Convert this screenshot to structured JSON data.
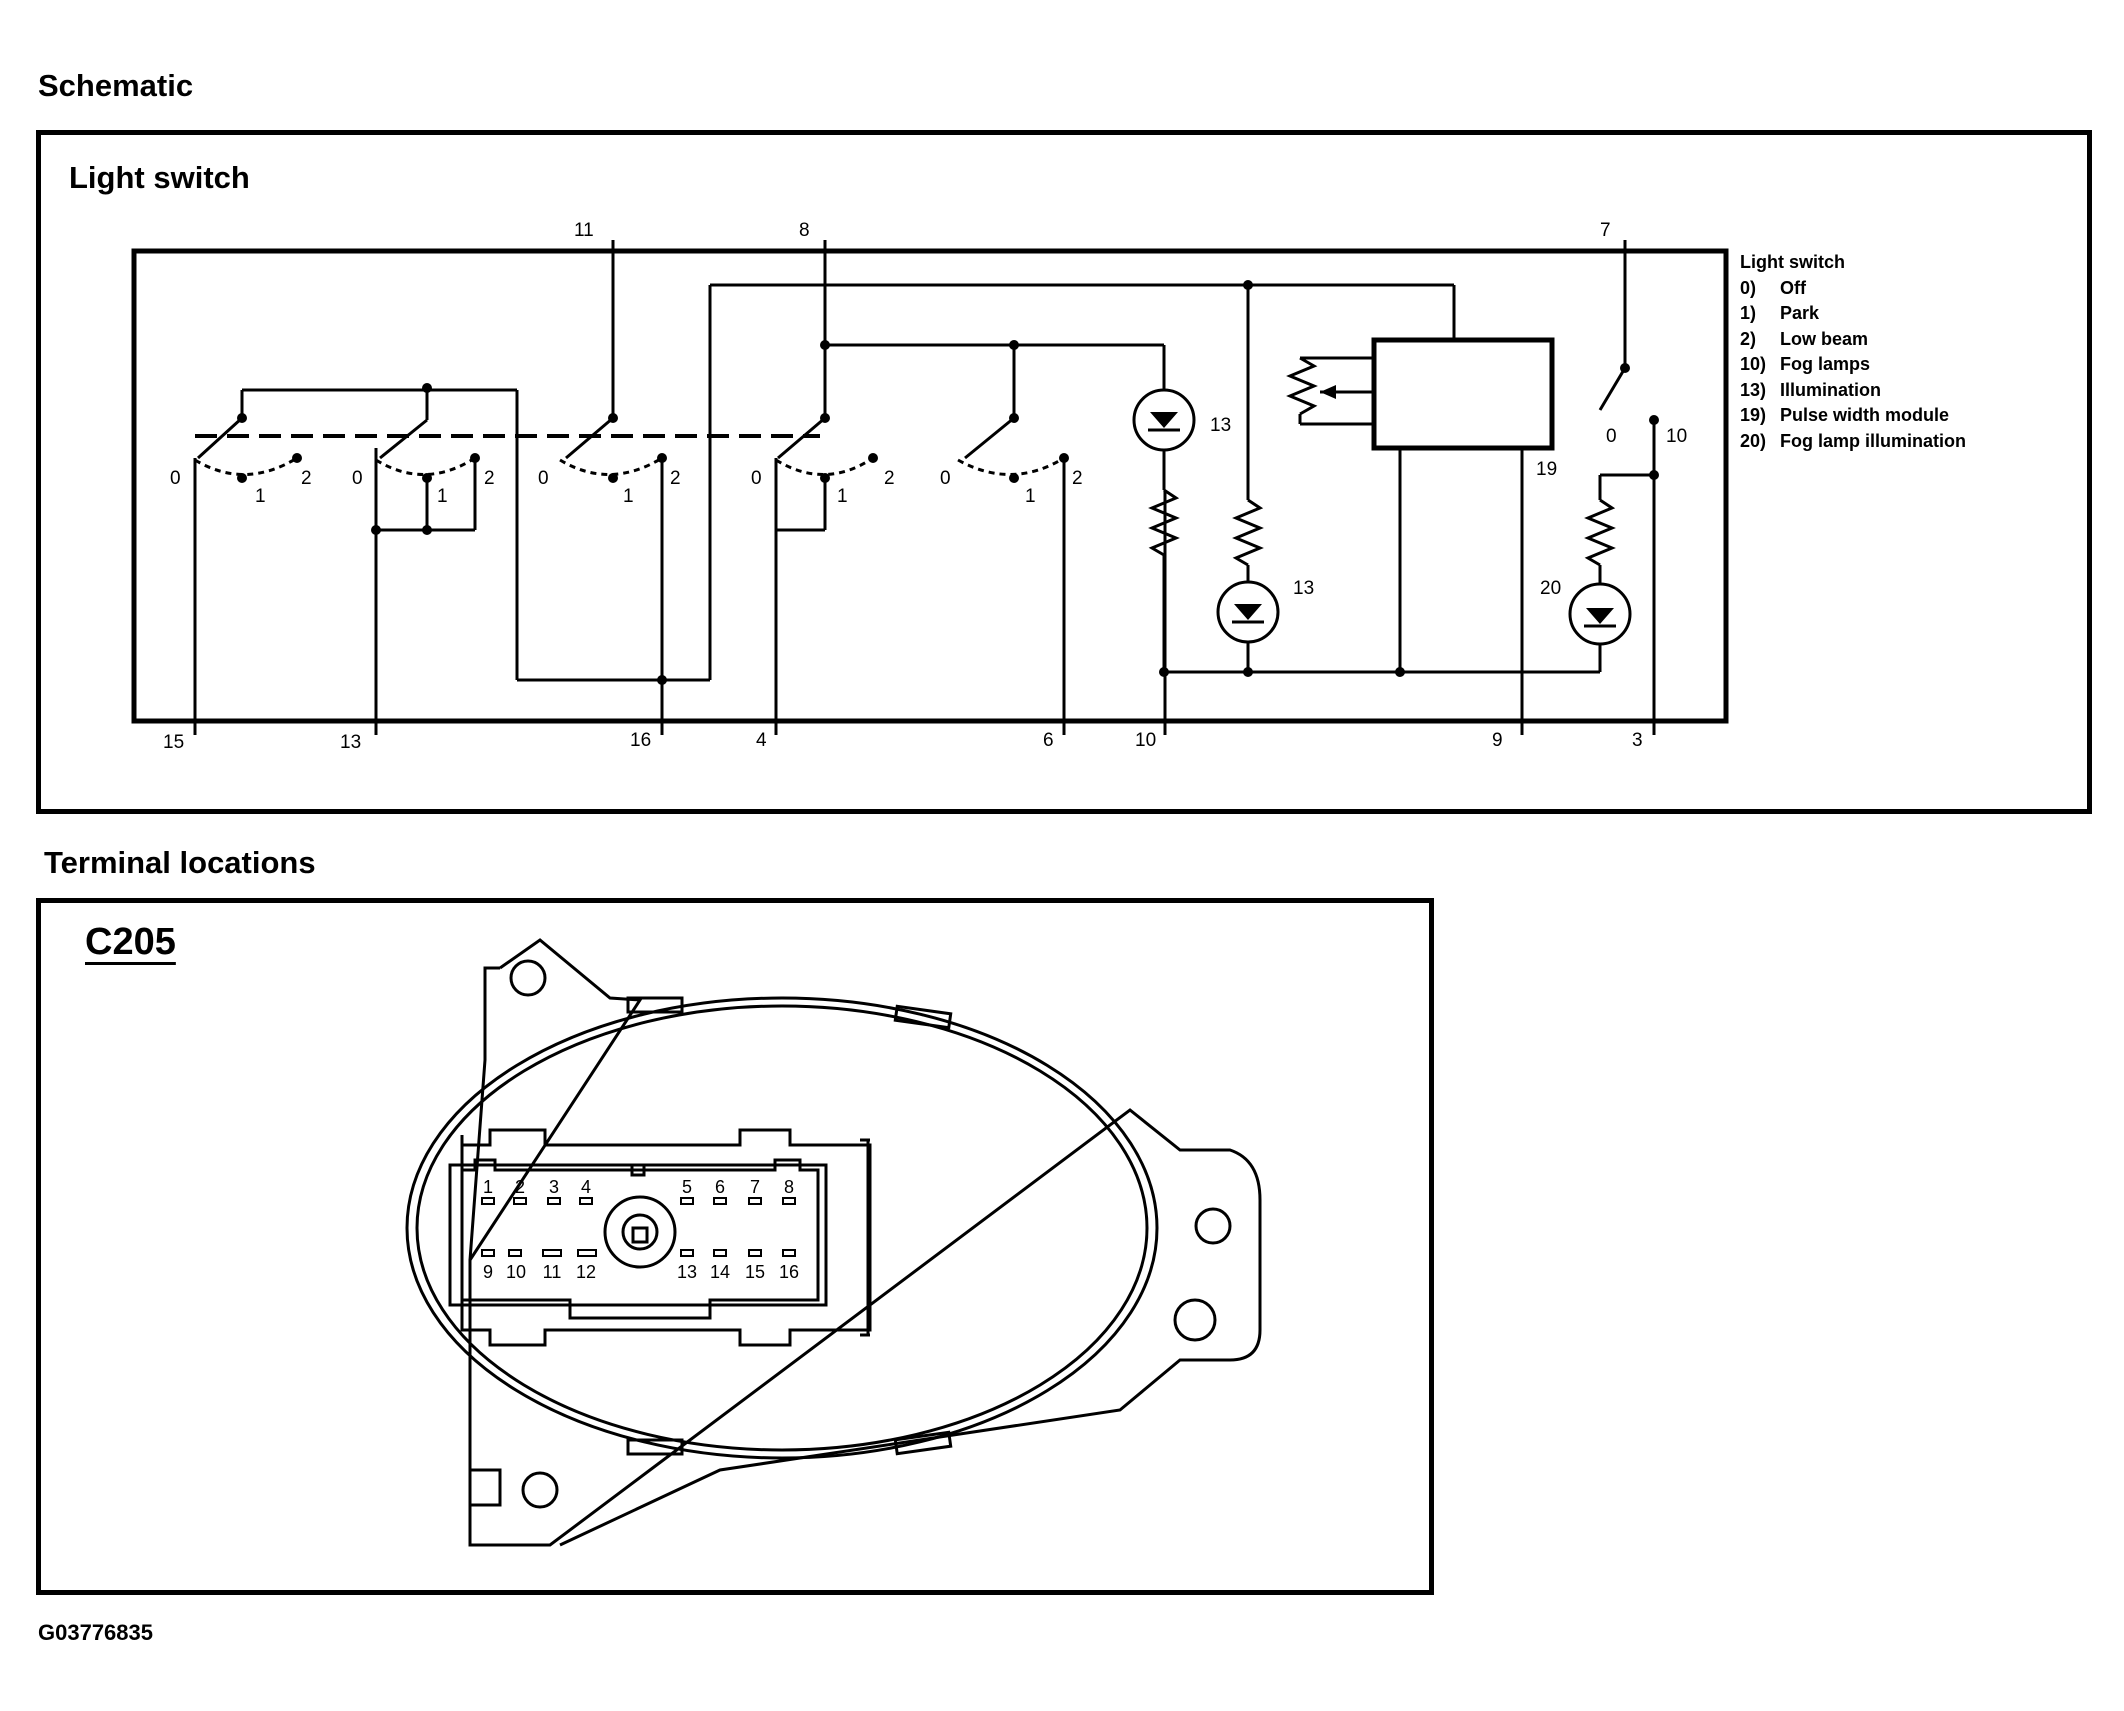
{
  "headings": {
    "schematic": "Schematic",
    "schematic_panel_title": "Light switch",
    "terminal_locations": "Terminal locations",
    "connector_title": "C205"
  },
  "legend": {
    "title": "Light switch",
    "items": [
      {
        "num": "0)",
        "label": "Off"
      },
      {
        "num": "1)",
        "label": "Park"
      },
      {
        "num": "2)",
        "label": "Low beam"
      },
      {
        "num": "10)",
        "label": "Fog lamps"
      },
      {
        "num": "13)",
        "label": "Illumination"
      },
      {
        "num": "19)",
        "label": "Pulse width module"
      },
      {
        "num": "20)",
        "label": "Fog lamp illumination"
      }
    ]
  },
  "schematic": {
    "top_terminals": [
      "11",
      "8",
      "7"
    ],
    "bottom_terminals": [
      "15",
      "13",
      "16",
      "4",
      "6",
      "10",
      "9",
      "3"
    ],
    "switch_position_labels": [
      "0",
      "1",
      "2"
    ],
    "component_labels": [
      "13",
      "13",
      "20",
      "19",
      "0",
      "10"
    ]
  },
  "connector": {
    "top_row_pins": [
      "1",
      "2",
      "3",
      "4",
      "5",
      "6",
      "7",
      "8"
    ],
    "bottom_row_pins": [
      "9",
      "10",
      "11",
      "12",
      "13",
      "14",
      "15",
      "16"
    ]
  },
  "figure_id": "G03776835"
}
